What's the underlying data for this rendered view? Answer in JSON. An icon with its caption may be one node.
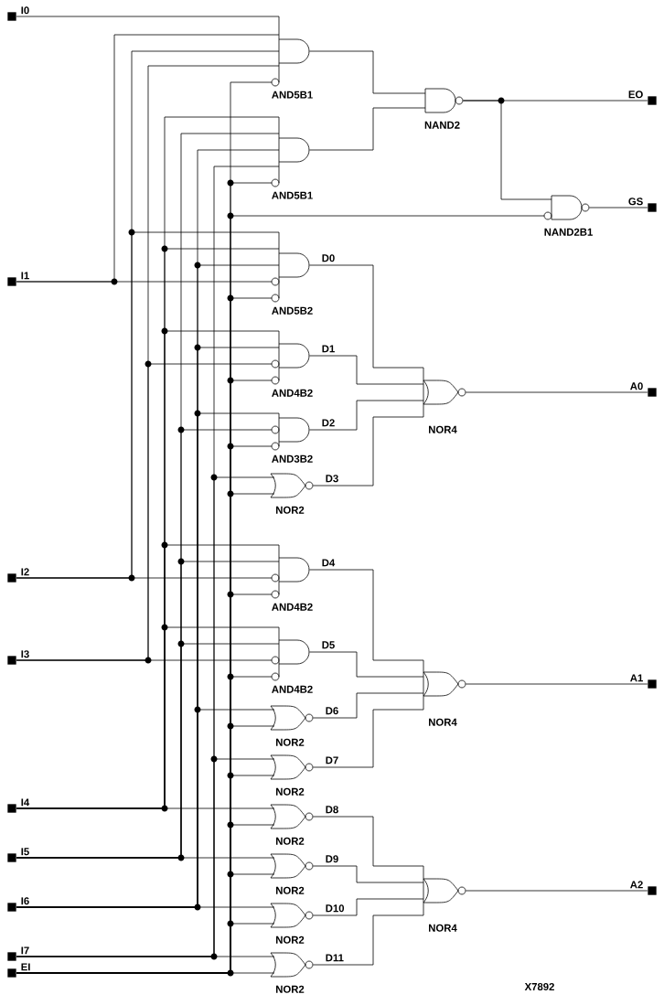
{
  "diagram": {
    "nodes": [
      {
        "text": [
          "I0"
        ]
      },
      {
        "text": [
          "I1"
        ]
      },
      {
        "text": [
          "I2"
        ]
      },
      {
        "text": [
          "I3"
        ]
      },
      {
        "text": [
          "I4"
        ]
      },
      {
        "text": [
          "I5"
        ]
      },
      {
        "text": [
          "I6"
        ]
      },
      {
        "text": [
          "I7"
        ]
      },
      {
        "text": [
          "EI"
        ]
      },
      {
        "text": [
          "AND5B1"
        ]
      },
      {
        "text": [
          "AND5B1"
        ]
      },
      {
        "text": [
          "NAND2"
        ]
      },
      {
        "text": [
          "NAND2B1"
        ]
      },
      {
        "text": [
          "EO"
        ]
      },
      {
        "text": [
          "GS"
        ]
      },
      {
        "text": [
          "AND5B2"
        ]
      },
      {
        "text": [
          "AND4B2"
        ]
      },
      {
        "text": [
          "AND3B2"
        ]
      },
      {
        "text": [
          "NOR2"
        ]
      },
      {
        "text": [
          "NOR4"
        ]
      },
      {
        "text": [
          "A0"
        ]
      },
      {
        "text": [
          "AND4B2"
        ]
      },
      {
        "text": [
          "AND4B2"
        ]
      },
      {
        "text": [
          "NOR2"
        ]
      },
      {
        "text": [
          "NOR2"
        ]
      },
      {
        "text": [
          "NOR4"
        ]
      },
      {
        "text": [
          "A1"
        ]
      },
      {
        "text": [
          "NOR2"
        ]
      },
      {
        "text": [
          "NOR2"
        ]
      },
      {
        "text": [
          "NOR2"
        ]
      },
      {
        "text": [
          "NOR2"
        ]
      },
      {
        "text": [
          "NOR4"
        ]
      },
      {
        "text": [
          "A2"
        ]
      }
    ],
    "edges": [
      {
        "from": 0,
        "to": 9,
        "arrow": "none"
      },
      {
        "from": 1,
        "to": 9,
        "arrow": "none"
      },
      {
        "from": 2,
        "to": 9,
        "arrow": "none"
      },
      {
        "from": 3,
        "to": 9,
        "arrow": "none"
      },
      {
        "from": 8,
        "to": 9,
        "arrow": "none"
      },
      {
        "from": 4,
        "to": 10,
        "arrow": "none"
      },
      {
        "from": 5,
        "to": 10,
        "arrow": "none"
      },
      {
        "from": 6,
        "to": 10,
        "arrow": "none"
      },
      {
        "from": 7,
        "to": 10,
        "arrow": "none"
      },
      {
        "from": 8,
        "to": 10,
        "arrow": "none"
      },
      {
        "from": 9,
        "to": 11,
        "arrow": "none"
      },
      {
        "from": 10,
        "to": 11,
        "arrow": "none"
      },
      {
        "from": 11,
        "to": 13,
        "arrow": "none"
      },
      {
        "from": 11,
        "to": 12,
        "arrow": "none"
      },
      {
        "from": 8,
        "to": 12,
        "arrow": "none"
      },
      {
        "from": 12,
        "to": 14,
        "arrow": "none"
      },
      {
        "from": 2,
        "to": 15,
        "arrow": "none"
      },
      {
        "from": 4,
        "to": 15,
        "arrow": "none"
      },
      {
        "from": 6,
        "to": 15,
        "arrow": "none"
      },
      {
        "from": 1,
        "to": 15,
        "arrow": "none"
      },
      {
        "from": 8,
        "to": 15,
        "arrow": "none"
      },
      {
        "from": 4,
        "to": 16,
        "arrow": "none"
      },
      {
        "from": 6,
        "to": 16,
        "arrow": "none"
      },
      {
        "from": 3,
        "to": 16,
        "arrow": "none"
      },
      {
        "from": 8,
        "to": 16,
        "arrow": "none"
      },
      {
        "from": 6,
        "to": 17,
        "arrow": "none"
      },
      {
        "from": 5,
        "to": 17,
        "arrow": "none"
      },
      {
        "from": 8,
        "to": 17,
        "arrow": "none"
      },
      {
        "from": 7,
        "to": 18,
        "arrow": "none"
      },
      {
        "from": 8,
        "to": 18,
        "arrow": "none"
      },
      {
        "from": 15,
        "to": 19,
        "arrow": "none",
        "label": "D0"
      },
      {
        "from": 16,
        "to": 19,
        "arrow": "none",
        "label": "D1"
      },
      {
        "from": 17,
        "to": 19,
        "arrow": "none",
        "label": "D2"
      },
      {
        "from": 18,
        "to": 19,
        "arrow": "none",
        "label": "D3"
      },
      {
        "from": 19,
        "to": 20,
        "arrow": "none"
      },
      {
        "from": 4,
        "to": 21,
        "arrow": "none"
      },
      {
        "from": 5,
        "to": 21,
        "arrow": "none"
      },
      {
        "from": 2,
        "to": 21,
        "arrow": "none"
      },
      {
        "from": 8,
        "to": 21,
        "arrow": "none"
      },
      {
        "from": 4,
        "to": 22,
        "arrow": "none"
      },
      {
        "from": 5,
        "to": 22,
        "arrow": "none"
      },
      {
        "from": 3,
        "to": 22,
        "arrow": "none"
      },
      {
        "from": 8,
        "to": 22,
        "arrow": "none"
      },
      {
        "from": 6,
        "to": 23,
        "arrow": "none"
      },
      {
        "from": 8,
        "to": 23,
        "arrow": "none"
      },
      {
        "from": 7,
        "to": 24,
        "arrow": "none"
      },
      {
        "from": 8,
        "to": 24,
        "arrow": "none"
      },
      {
        "from": 21,
        "to": 25,
        "arrow": "none",
        "label": "D4"
      },
      {
        "from": 22,
        "to": 25,
        "arrow": "none",
        "label": "D5"
      },
      {
        "from": 23,
        "to": 25,
        "arrow": "none",
        "label": "D6"
      },
      {
        "from": 24,
        "to": 25,
        "arrow": "none",
        "label": "D7"
      },
      {
        "from": 25,
        "to": 26,
        "arrow": "none"
      },
      {
        "from": 4,
        "to": 27,
        "arrow": "none"
      },
      {
        "from": 8,
        "to": 27,
        "arrow": "none"
      },
      {
        "from": 5,
        "to": 28,
        "arrow": "none"
      },
      {
        "from": 8,
        "to": 28,
        "arrow": "none"
      },
      {
        "from": 6,
        "to": 29,
        "arrow": "none"
      },
      {
        "from": 8,
        "to": 29,
        "arrow": "none"
      },
      {
        "from": 7,
        "to": 30,
        "arrow": "none"
      },
      {
        "from": 8,
        "to": 30,
        "arrow": "none"
      },
      {
        "from": 27,
        "to": 31,
        "arrow": "none",
        "label": "D8"
      },
      {
        "from": 28,
        "to": 31,
        "arrow": "none",
        "label": "D9"
      },
      {
        "from": 29,
        "to": 31,
        "arrow": "none",
        "label": "D10"
      },
      {
        "from": 30,
        "to": 31,
        "arrow": "none",
        "label": "D11"
      },
      {
        "from": 31,
        "to": 32,
        "arrow": "none"
      }
    ],
    "labels": [
      "X7892"
    ]
  }
}
